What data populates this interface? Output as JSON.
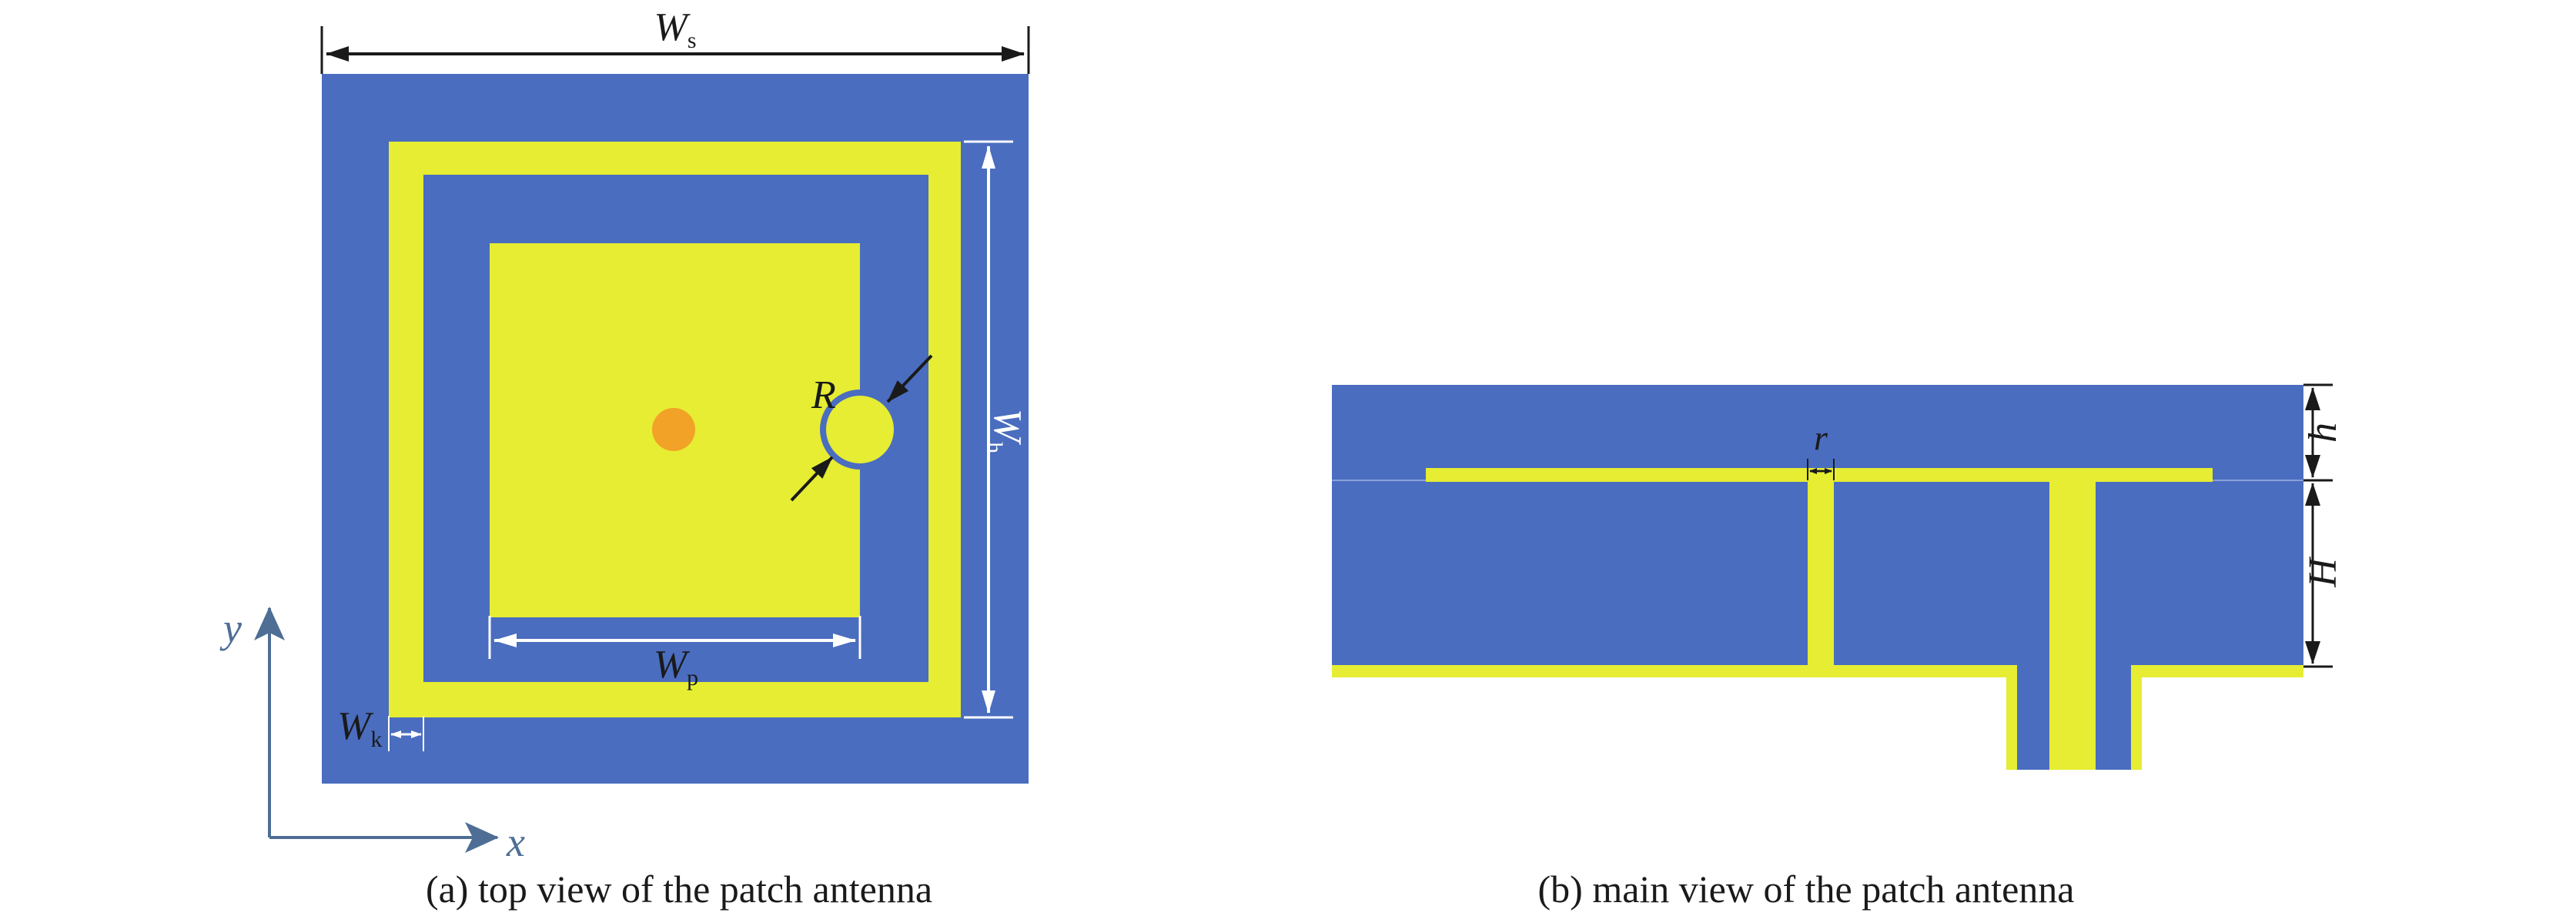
{
  "colors": {
    "substrate": "#4a6dbf",
    "metal": "#e6ed32",
    "feed": "#f2a226",
    "axis": "#4e6e95",
    "ink": "#1a1a1a",
    "white": "#ffffff"
  },
  "top_view": {
    "caption": "(a) top view of the patch antenna",
    "dims": {
      "ws": {
        "main": "W",
        "sub": "s"
      },
      "wh": {
        "main": "W",
        "sub": "h"
      },
      "wp": {
        "main": "W",
        "sub": "p"
      },
      "wk": {
        "main": "W",
        "sub": "k"
      },
      "r_big": "R"
    },
    "axes": {
      "x": "x",
      "y": "y"
    }
  },
  "main_view": {
    "caption": "(b) main view of the patch antenna",
    "dims": {
      "r_small": "r",
      "h": "h",
      "H": "H"
    }
  }
}
